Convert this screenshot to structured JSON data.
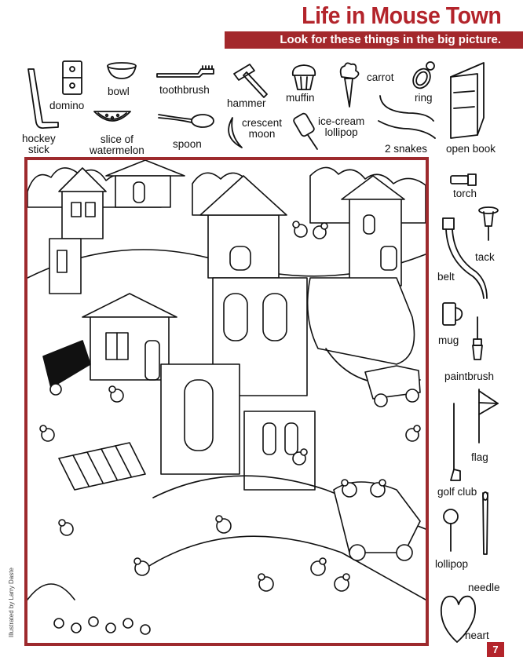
{
  "header": {
    "title": "Life in Mouse Town",
    "banner": "Look for these things in the big picture."
  },
  "items": {
    "hockey_stick": "hockey\nstick",
    "domino": "domino",
    "bowl": "bowl",
    "slice_of_watermelon": "slice of\nwatermelon",
    "toothbrush": "toothbrush",
    "spoon": "spoon",
    "hammer": "hammer",
    "crescent_moon": "crescent\nmoon",
    "muffin": "muffin",
    "ice_cream_lollipop": "ice-cream\nlollipop",
    "carrot": "carrot",
    "ring": "ring",
    "two_snakes": "2 snakes",
    "open_book": "open book",
    "torch": "torch",
    "tack": "tack",
    "belt": "belt",
    "mug": "mug",
    "paintbrush": "paintbrush",
    "flag": "flag",
    "golf_club": "golf club",
    "lollipop": "lollipop",
    "needle": "needle",
    "heart": "heart"
  },
  "footer": {
    "credit": "Illustrated by Larry Daste",
    "page_number": "7"
  },
  "colors": {
    "accent": "#b3242b",
    "banner": "#a3282c",
    "frame": "#9d2a2d"
  }
}
